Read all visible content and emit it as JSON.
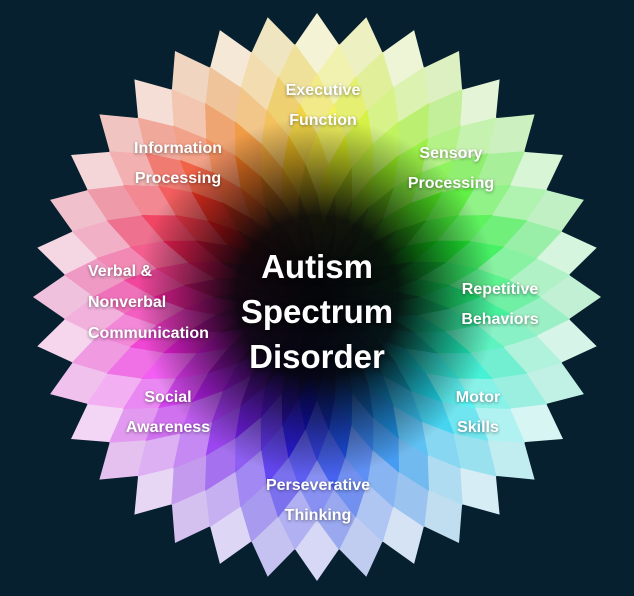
{
  "background_color": "#07202f",
  "center_title": {
    "text": "Autism\nSpectrum\nDisorder",
    "text_color": "#ffffff"
  },
  "spokes": [
    {
      "id": "executive-function",
      "text": "Executive\nFunction"
    },
    {
      "id": "sensory-processing",
      "text": "Sensory\nProcessing"
    },
    {
      "id": "repetitive-behaviors",
      "text": "Repetitive\nBehaviors"
    },
    {
      "id": "motor-skills",
      "text": "Motor\nSkills"
    },
    {
      "id": "perseverative-thinking",
      "text": "Perseverative\nThinking"
    },
    {
      "id": "social-awareness",
      "text": "Social\nAwareness"
    },
    {
      "id": "verbal-nonverbal-communication",
      "text": "Verbal &\nNonverbal\nCommunication"
    },
    {
      "id": "information-processing",
      "text": "Information\nProcessing"
    }
  ],
  "wheel": {
    "label_text_color": "#ffffff",
    "core_color": "#05060a",
    "hue_start_deg_at_top": 55,
    "sectors": 36,
    "rings": 9,
    "ring_lightness": [
      88,
      80,
      72,
      64,
      56,
      48,
      40,
      32,
      25
    ],
    "ring_saturation": [
      62,
      72,
      80,
      86,
      88,
      86,
      82,
      78,
      74
    ]
  }
}
